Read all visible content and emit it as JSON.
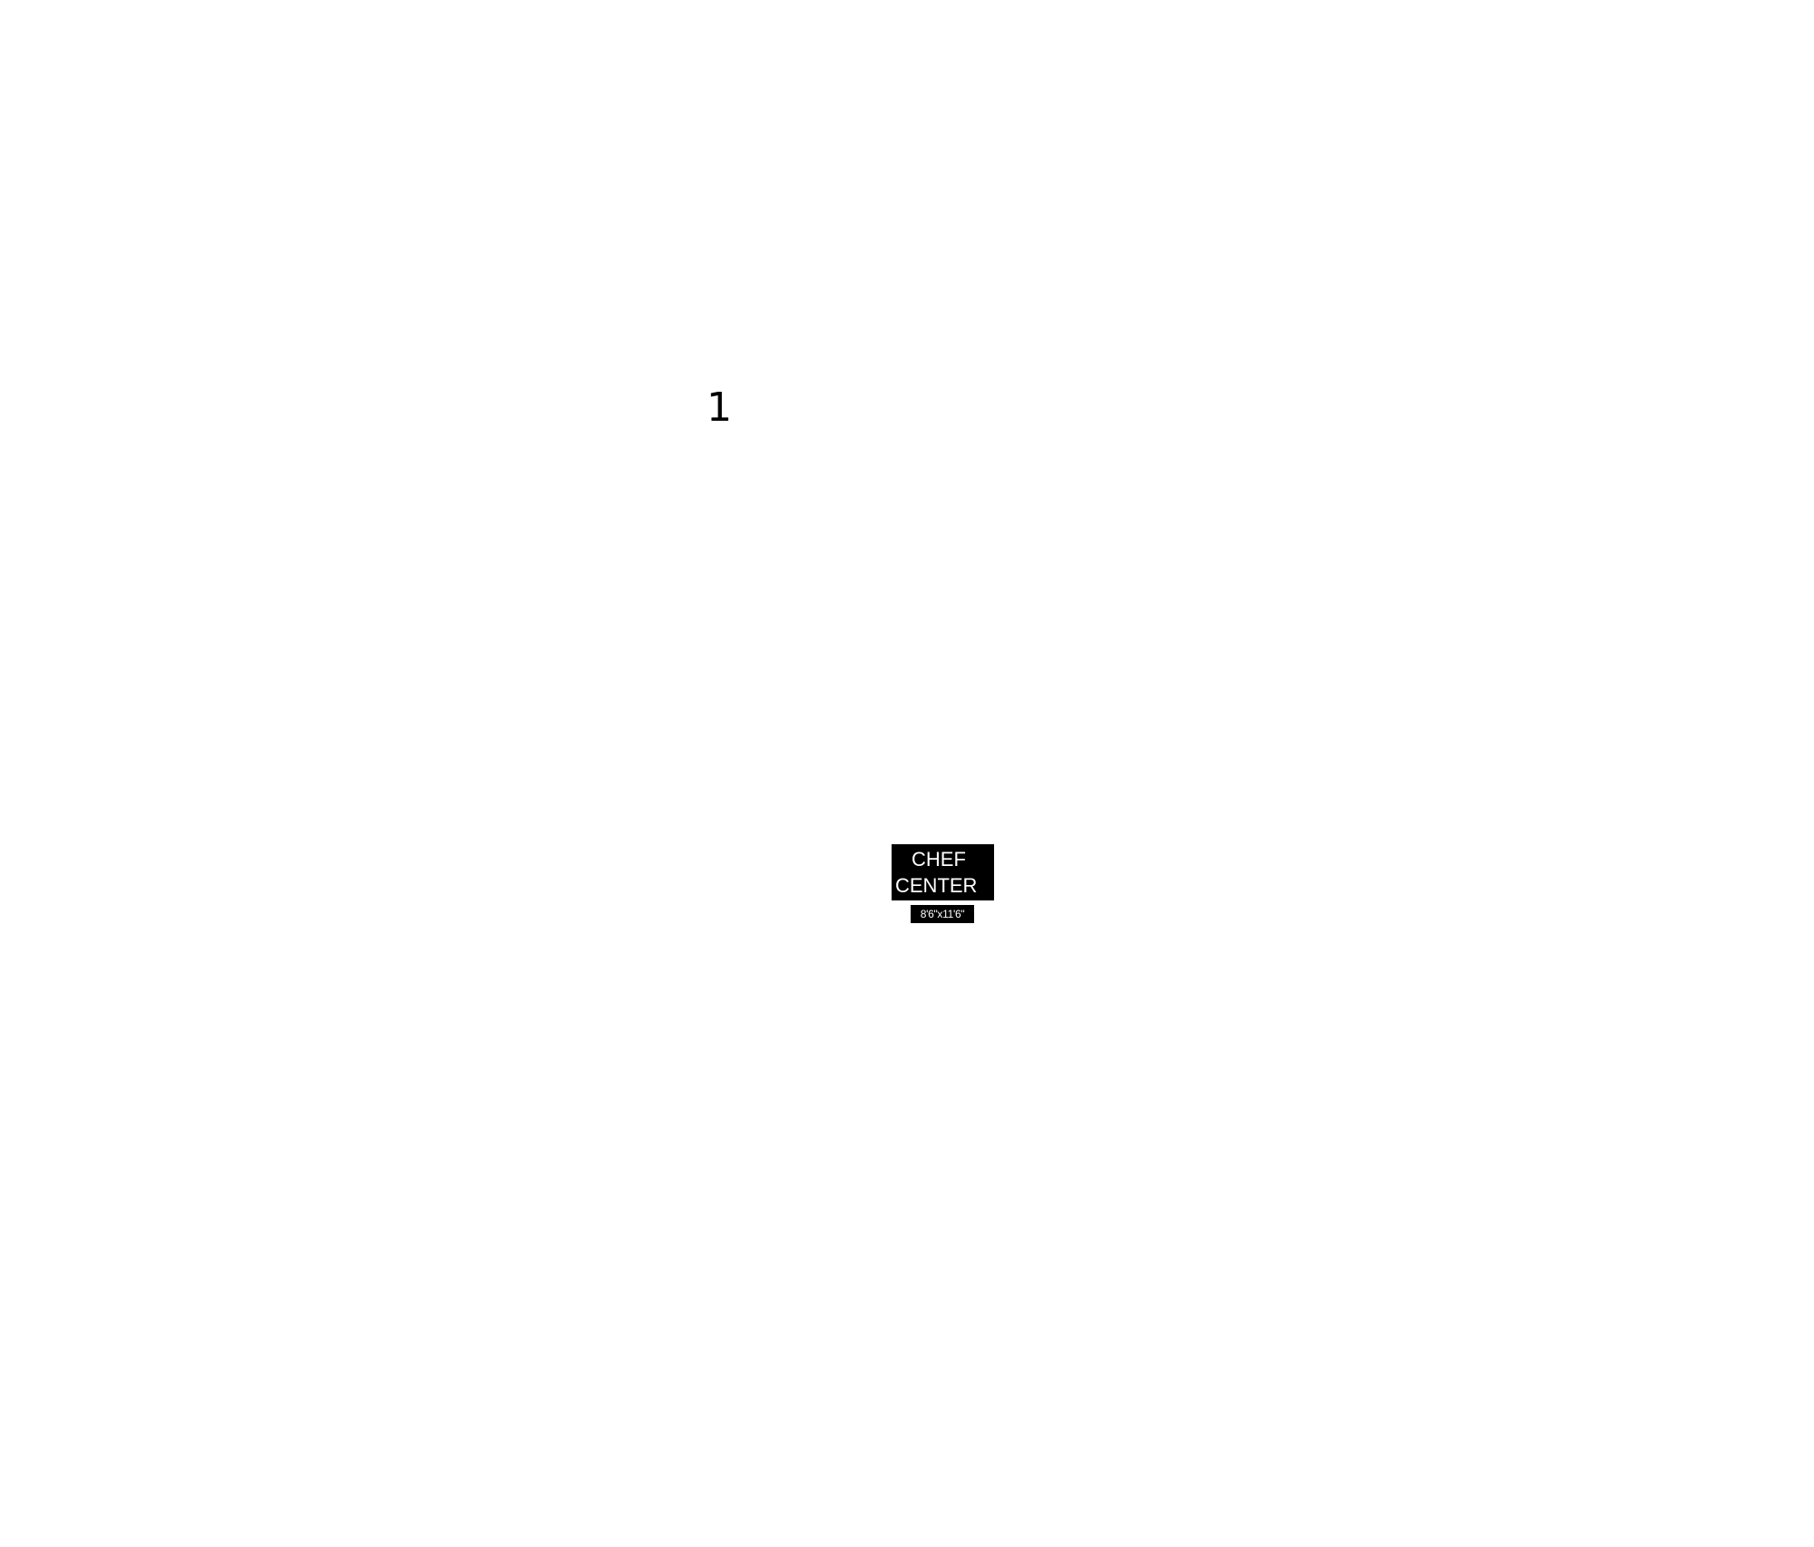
{
  "floor_plan": {
    "marker_number": "1",
    "room": {
      "name_line1": "CHEF",
      "name_line2": "CENTER",
      "dimensions": "8'6\"x11'6\"",
      "label_background": "#000000",
      "label_text_color": "#ffffff"
    }
  }
}
